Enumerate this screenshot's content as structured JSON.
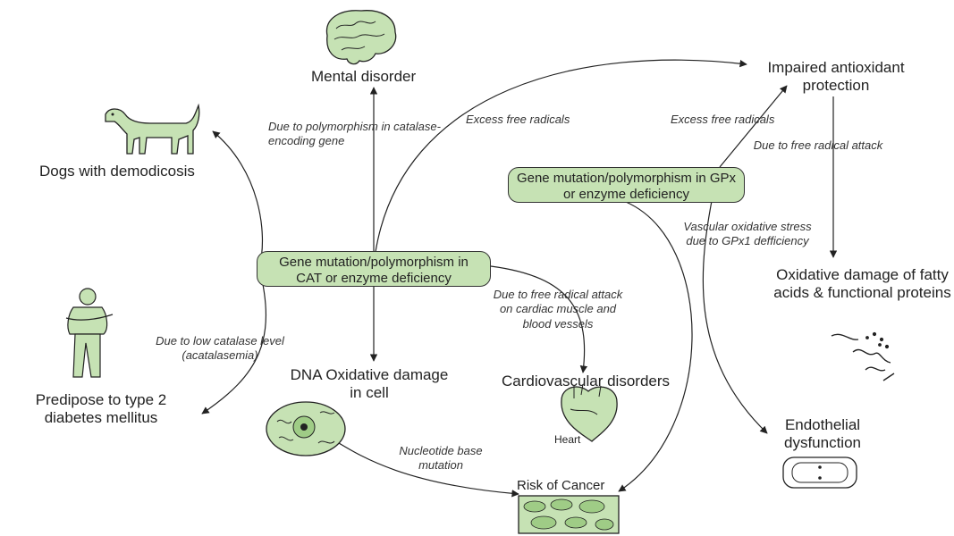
{
  "boxes": {
    "cat": "Gene mutation/polymorphism in CAT or enzyme deficiency",
    "gpx": "Gene mutation/polymorphism in GPx or enzyme deficiency"
  },
  "outcomes": {
    "mental": "Mental disorder",
    "dogs": "Dogs with demodicosis",
    "diabetes": "Predipose to type 2 diabetes mellitus",
    "dna": "DNA Oxidative damage in cell",
    "cardio": "Cardiovascular disorders",
    "heart_caption": "Heart",
    "cancer": "Risk of Cancer",
    "impaired": "Impaired antioxidant protection",
    "oxidative_fatty": "Oxidative damage of fatty acids & functional proteins",
    "endothelial": "Endothelial dysfunction"
  },
  "annotations": {
    "catalase_gene": "Due to polymorphism in catalase-encoding gene",
    "excess1": "Excess free radicals",
    "excess2": "Excess free radicals",
    "free_radical_attack": "Due to free radical attack",
    "vascular": "Vascular oxidative stress due to GPx1 defficiency",
    "cardiac_attack": "Due to free radical attack on cardiac muscle and blood vessels",
    "low_catalase": "Due to low catalase level (acatalasemia)",
    "nucleotide": "Nucleotide base mutation"
  },
  "icons": [
    "brain-icon",
    "dog-icon",
    "man-icon",
    "cell-icon",
    "heart-icon",
    "cancer-tissue-icon",
    "damaged-fibers-icon",
    "endothelial-cell-icon"
  ],
  "colors": {
    "box_fill": "#c6e2b4",
    "icon_fill": "#c6e2b4",
    "stroke": "#222222"
  }
}
